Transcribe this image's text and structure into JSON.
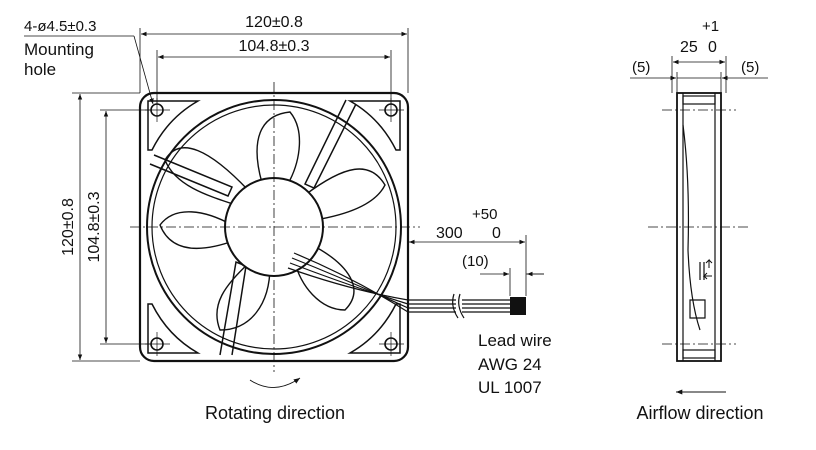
{
  "front_view": {
    "hole_spec": "4-ø4.5±0.3",
    "hole_label_line1": "Mounting",
    "hole_label_line2": "hole",
    "overall_width": "120±0.8",
    "hole_pitch_width": "104.8±0.3",
    "overall_height": "120±0.8",
    "hole_pitch_height": "104.8±0.3",
    "lead_length": "300",
    "lead_tol_upper": "+50",
    "lead_tol_lower": "0",
    "strip_length": "(10)",
    "lead_line1": "Lead wire",
    "lead_line2": "AWG 24",
    "lead_line3": "UL 1007",
    "caption": "Rotating direction"
  },
  "side_view": {
    "depth": "25",
    "depth_tol_upper": "+1",
    "depth_tol_lower": "0",
    "left_offset": "(5)",
    "right_offset": "(5)",
    "caption": "Airflow direction"
  }
}
